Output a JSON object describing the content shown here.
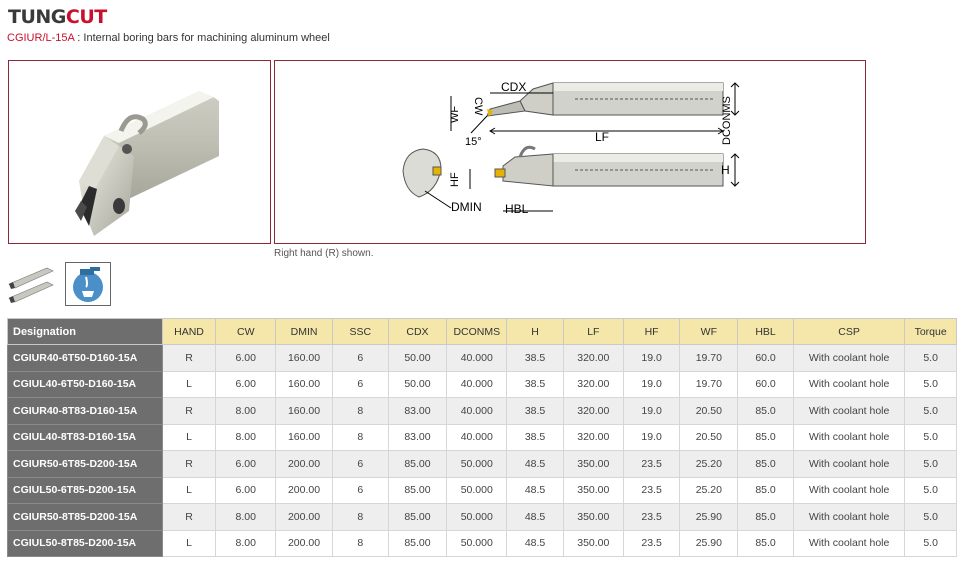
{
  "brand": {
    "name_part1": "TUNG",
    "name_part2": "CUT"
  },
  "subtitle": {
    "code": "CGIUR/L-15A",
    "separator": " : ",
    "description": "Internal boring bars for machining aluminum wheel"
  },
  "drawing": {
    "labels": {
      "cw": "CW",
      "cdx": "CDX",
      "wf": "WF",
      "dconms": "DCONMS",
      "lf": "LF",
      "angle": "15°",
      "hf": "HF",
      "h": "H",
      "dmin": "DMIN",
      "hbl": "HBL"
    },
    "caption": "Right hand (R) shown."
  },
  "table": {
    "headers": [
      "Designation",
      "HAND",
      "CW",
      "DMIN",
      "SSC",
      "CDX",
      "DCONMS",
      "H",
      "LF",
      "HF",
      "WF",
      "HBL",
      "CSP",
      "Torque"
    ],
    "rows": [
      [
        "CGIUR40-6T50-D160-15A",
        "R",
        "6.00",
        "160.00",
        "6",
        "50.00",
        "40.000",
        "38.5",
        "320.00",
        "19.0",
        "19.70",
        "60.0",
        "With coolant hole",
        "5.0"
      ],
      [
        "CGIUL40-6T50-D160-15A",
        "L",
        "6.00",
        "160.00",
        "6",
        "50.00",
        "40.000",
        "38.5",
        "320.00",
        "19.0",
        "19.70",
        "60.0",
        "With coolant hole",
        "5.0"
      ],
      [
        "CGIUR40-8T83-D160-15A",
        "R",
        "8.00",
        "160.00",
        "8",
        "83.00",
        "40.000",
        "38.5",
        "320.00",
        "19.0",
        "20.50",
        "85.0",
        "With coolant hole",
        "5.0"
      ],
      [
        "CGIUL40-8T83-D160-15A",
        "L",
        "8.00",
        "160.00",
        "8",
        "83.00",
        "40.000",
        "38.5",
        "320.00",
        "19.0",
        "20.50",
        "85.0",
        "With coolant hole",
        "5.0"
      ],
      [
        "CGIUR50-6T85-D200-15A",
        "R",
        "6.00",
        "200.00",
        "6",
        "85.00",
        "50.000",
        "48.5",
        "350.00",
        "23.5",
        "25.20",
        "85.0",
        "With coolant hole",
        "5.0"
      ],
      [
        "CGIUL50-6T85-D200-15A",
        "L",
        "6.00",
        "200.00",
        "6",
        "85.00",
        "50.000",
        "48.5",
        "350.00",
        "23.5",
        "25.20",
        "85.0",
        "With coolant hole",
        "5.0"
      ],
      [
        "CGIUR50-8T85-D200-15A",
        "R",
        "8.00",
        "200.00",
        "8",
        "85.00",
        "50.000",
        "48.5",
        "350.00",
        "23.5",
        "25.90",
        "85.0",
        "With coolant hole",
        "5.0"
      ],
      [
        "CGIUL50-8T85-D200-15A",
        "L",
        "8.00",
        "200.00",
        "8",
        "85.00",
        "50.000",
        "48.5",
        "350.00",
        "23.5",
        "25.90",
        "85.0",
        "With coolant hole",
        "5.0"
      ]
    ]
  }
}
